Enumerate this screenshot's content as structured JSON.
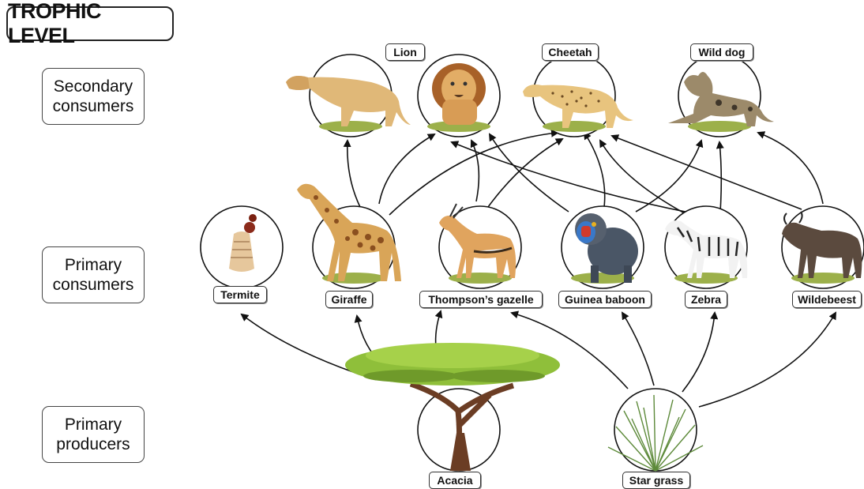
{
  "title": "TROPHIC LEVEL",
  "levels": {
    "secondary": "Secondary\nconsumers",
    "primary": "Primary\nconsumers",
    "producers": "Primary\nproducers"
  },
  "organisms": {
    "lion": "Lion",
    "cheetah": "Cheetah",
    "wild_dog": "Wild dog",
    "termite": "Termite",
    "giraffe": "Giraffe",
    "gazelle": "Thompson’s gazelle",
    "baboon": "Guinea baboon",
    "zebra": "Zebra",
    "wildebeest": "Wildebeest",
    "acacia": "Acacia",
    "star_grass": "Star grass"
  }
}
